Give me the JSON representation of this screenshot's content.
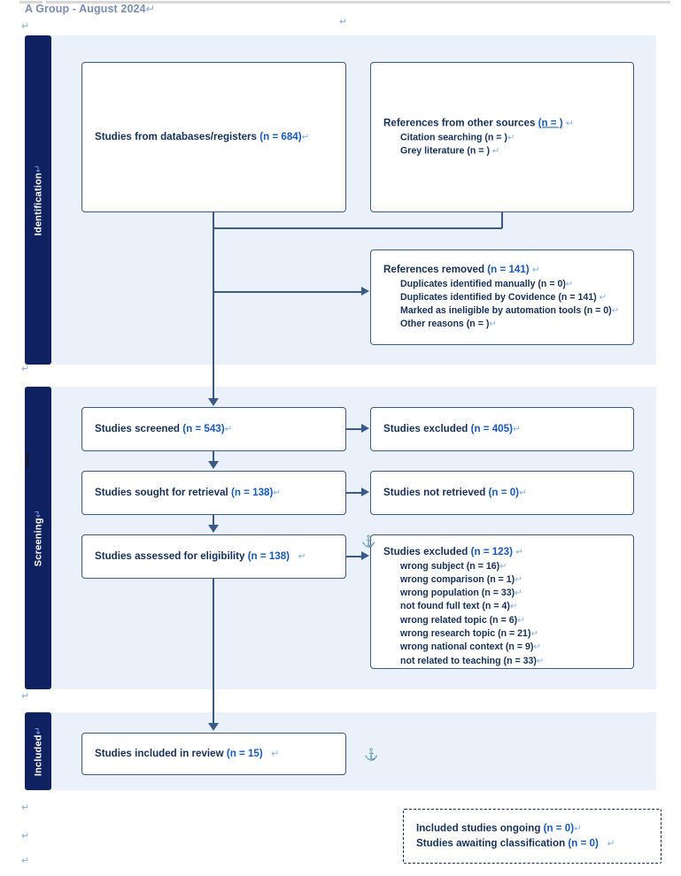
{
  "document": {
    "title": "A Group - August 2024",
    "pilcrow": "↵"
  },
  "marks": {
    "pilcrow": "↵",
    "anchor_icon": "⚓"
  },
  "sections": [
    {
      "id": "identification",
      "label": "Identification"
    },
    {
      "id": "screening",
      "label": "Screening"
    },
    {
      "id": "included",
      "label": "Included"
    }
  ],
  "boxes": {
    "databases": {
      "title_text": "Studies from databases/registers ",
      "title_num": "(n = 684)"
    },
    "other_sources": {
      "title_text": "References from other sources ",
      "title_num": "(n =  )",
      "items": [
        "Citation searching (n = )",
        "Grey literature (n = )"
      ]
    },
    "references_removed": {
      "title_text": "References removed ",
      "title_num": "(n = 141)",
      "items": [
        "Duplicates identified manually (n = 0)",
        "Duplicates identified by Covidence (n = 141)",
        "Marked as ineligible by automation tools (n = 0)",
        "Other reasons (n = )"
      ]
    },
    "screened": {
      "title_text": "Studies screened ",
      "title_num": "(n = 543)"
    },
    "excluded_screened": {
      "title_text": "Studies excluded ",
      "title_num": "(n = 405)"
    },
    "sought_retrieval": {
      "title_text": "Studies sought for retrieval ",
      "title_num": "(n = 138)"
    },
    "not_retrieved": {
      "title_text": "Studies not retrieved ",
      "title_num": "(n = 0)"
    },
    "assessed_eligibility": {
      "title_text": "Studies assessed for eligibility ",
      "title_num": "(n = 138)"
    },
    "excluded_reasons": {
      "title_text": "Studies excluded ",
      "title_num": "(n = 123)",
      "items": [
        "wrong subject (n = 16)",
        "wrong comparison (n = 1)",
        "wrong population (n = 33)",
        "not found full text (n = 4)",
        "wrong related topic (n = 6)",
        "wrong research topic (n = 21)",
        "wrong national context (n = 9)",
        "not related to teaching (n = 33)"
      ]
    },
    "included_review": {
      "title_text": "Studies included in review ",
      "title_num": "(n = 15)"
    },
    "ongoing": {
      "line1_text": "Included studies ongoing ",
      "line1_num": "(n = 0)",
      "line2_text": "Studies awaiting classification ",
      "line2_num": "(n = 0)"
    }
  },
  "colors": {
    "band_tab": "#0f2160",
    "band_bg": "#eaf1fb",
    "box_border": "#3a5a87",
    "text": "#16305c",
    "accent_number": "#1559c8",
    "mark": "#7fb0ee"
  }
}
